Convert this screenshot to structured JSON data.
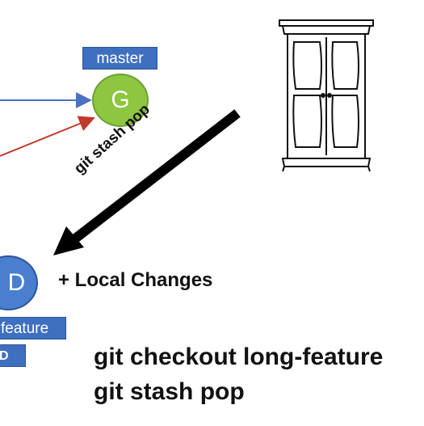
{
  "branches": {
    "master": "master",
    "feature": "feature",
    "small_tag": "D"
  },
  "nodes": {
    "g": "G",
    "d": "D"
  },
  "annotations": {
    "local_changes": "+ Local Changes",
    "stash_arrow_label": "git stash pop"
  },
  "commands": {
    "line1": "git checkout long-feature",
    "line2": "git stash pop"
  },
  "colors": {
    "branch_label": "#3f6fbf",
    "commit_green": "#8dc63f",
    "commit_blue": "#4a7fd0",
    "edge_blue": "#4a72c0",
    "edge_red": "#c0392b",
    "arrow_black": "#000000"
  },
  "icons": {
    "cabinet": "wardrobe-icon"
  }
}
